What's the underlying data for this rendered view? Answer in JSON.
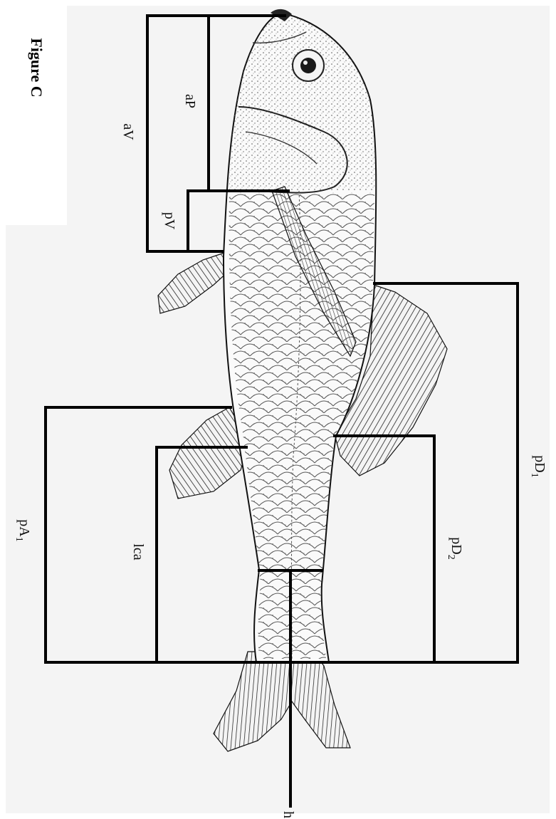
{
  "figure": {
    "title": "Figure C",
    "labels": {
      "aV": "aV",
      "aP": "aP",
      "pV": "pV",
      "pD1_main": "pD",
      "pD1_sub": "1",
      "pD2_main": "pD",
      "pD2_sub": "2",
      "pA1_main": "pA",
      "pA1_sub": "1",
      "lca": "lca",
      "h": "h"
    }
  },
  "colors": {
    "line": "#000000",
    "panel": "#f4f4f4",
    "fish_body": "#fafafa",
    "ink": "#1a1a1a"
  }
}
